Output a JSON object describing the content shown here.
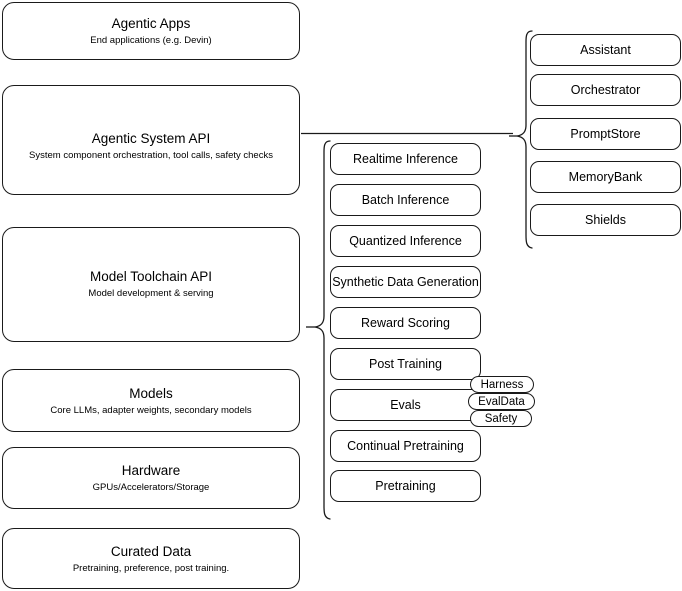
{
  "diagram": {
    "left_stack": [
      {
        "title": "Agentic Apps",
        "subtitle": "End applications (e.g. Devin)"
      },
      {
        "title": "Agentic System API",
        "subtitle": "System component orchestration, tool calls, safety checks"
      },
      {
        "title": "Model Toolchain API",
        "subtitle": "Model development & serving"
      },
      {
        "title": "Models",
        "subtitle": "Core LLMs, adapter weights, secondary models"
      },
      {
        "title": "Hardware",
        "subtitle": "GPUs/Accelerators/Storage"
      },
      {
        "title": "Curated Data",
        "subtitle": "Pretraining, preference, post training."
      }
    ],
    "middle_stack": [
      {
        "label": "Realtime Inference"
      },
      {
        "label": "Batch Inference"
      },
      {
        "label": "Quantized Inference"
      },
      {
        "label": "Synthetic Data Generation"
      },
      {
        "label": "Reward Scoring"
      },
      {
        "label": "Post Training"
      },
      {
        "label": "Evals"
      },
      {
        "label": "Continual Pretraining"
      },
      {
        "label": "Pretraining"
      }
    ],
    "right_stack": [
      {
        "label": "Assistant"
      },
      {
        "label": "Orchestrator"
      },
      {
        "label": "PromptStore"
      },
      {
        "label": "MemoryBank"
      },
      {
        "label": "Shields"
      }
    ],
    "eval_pills": [
      {
        "label": "Harness"
      },
      {
        "label": "EvalData"
      },
      {
        "label": "Safety"
      }
    ],
    "colors": {
      "stroke": "#1a1a1a",
      "background": "#ffffff",
      "text": "#000000"
    }
  }
}
